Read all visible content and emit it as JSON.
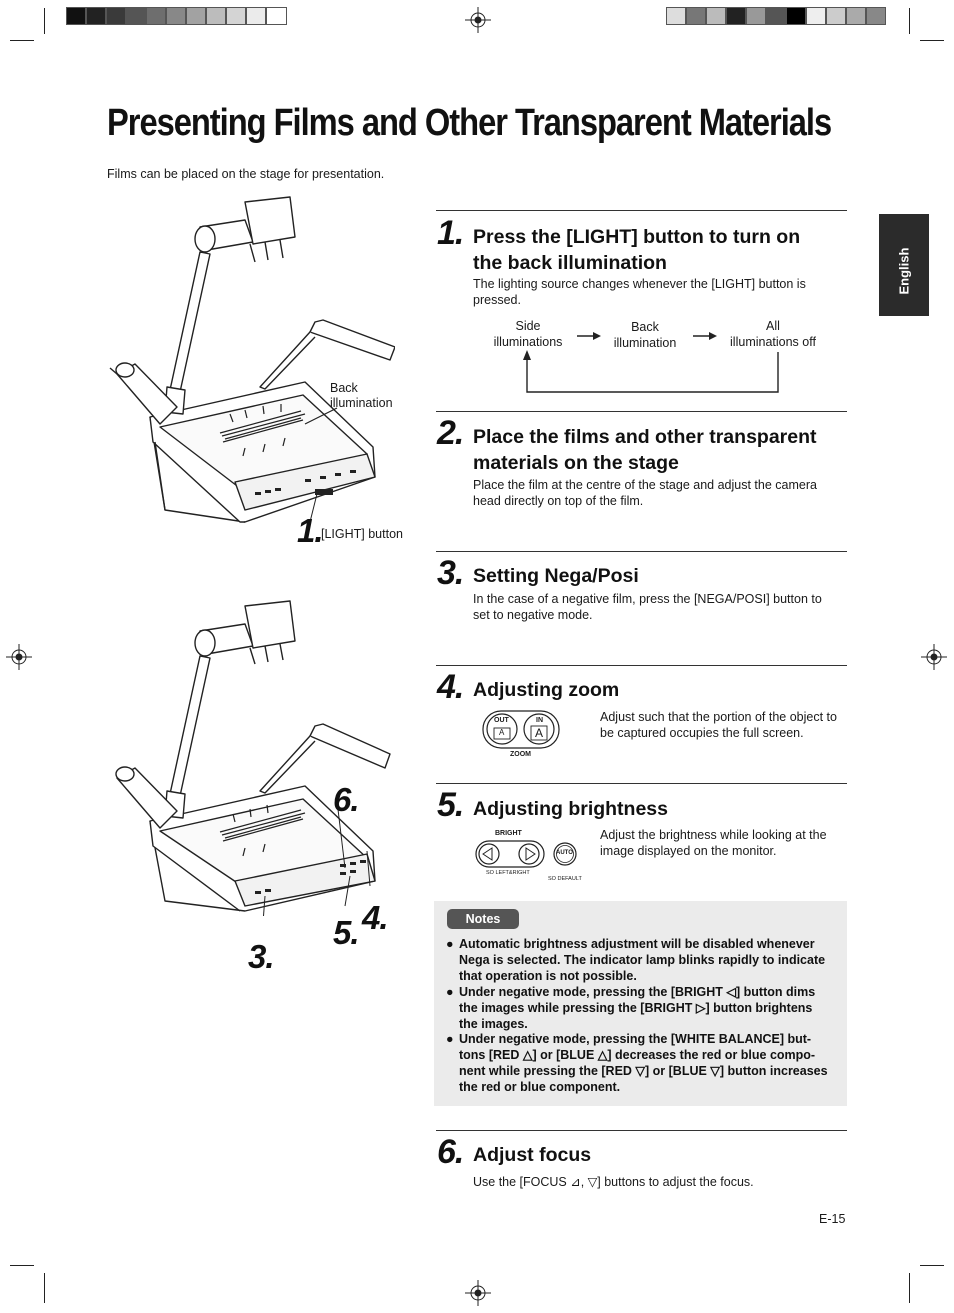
{
  "page": {
    "title": "Presenting Films and Other Transparent Materials",
    "intro": "Films can be placed on the stage for presentation.",
    "language_tab": "English",
    "page_number": "E-15"
  },
  "illustration": {
    "back_illumination_label_1": "Back",
    "back_illumination_label_2": "illumination",
    "light_button_number": "1.",
    "light_button_label": "[LIGHT] button",
    "callouts": [
      "6.",
      "4.",
      "5.",
      "3."
    ]
  },
  "steps": [
    {
      "number": "1.",
      "heading_line1": "Press the [LIGHT] button to turn on",
      "heading_line2": "the back illumination",
      "body_line1": "The lighting source changes whenever the [LIGHT] button is",
      "body_line2": "pressed."
    },
    {
      "number": "2.",
      "heading_line1": "Place the films and other transparent",
      "heading_line2": "materials on the stage",
      "body_line1": "Place the film at the centre of the stage and adjust the camera",
      "body_line2": "head directly on top of the film."
    },
    {
      "number": "3.",
      "heading_line1": "Setting Nega/Posi",
      "body_line1": "In the case of a negative film, press the [NEGA/POSI] button to",
      "body_line2": "set to negative mode."
    },
    {
      "number": "4.",
      "heading_line1": "Adjusting zoom",
      "body_line1": "Adjust such that the portion of the object to",
      "body_line2": "be captured occupies the full screen."
    },
    {
      "number": "5.",
      "heading_line1": "Adjusting brightness",
      "body_line1": "Adjust the brightness while looking at the",
      "body_line2": "image displayed on the monitor."
    },
    {
      "number": "6.",
      "heading_line1": "Adjust focus",
      "body_line1": "Use the [FOCUS ⊿, ▽] buttons to adjust the focus."
    }
  ],
  "flow": {
    "side_1": "Side",
    "side_2": "illuminations",
    "back_1": "Back",
    "back_2": "illumination",
    "off_1": "All",
    "off_2": "illuminations off"
  },
  "zoom_panel": {
    "out_label": "OUT",
    "out_key": "A",
    "in_label": "IN",
    "in_key": "A",
    "caption": "ZOOM"
  },
  "bright_panel": {
    "label": "BRIGHT",
    "auto_label": "AUTO",
    "caption_left": "SO LEFT&RIGHT",
    "caption_right": "SO DEFAULT"
  },
  "notes": {
    "badge": "Notes",
    "items": [
      [
        "Automatic brightness adjustment will be disabled whenever",
        "Nega is selected. The indicator lamp blinks rapidly to indicate",
        "that operation is not possible."
      ],
      [
        "Under negative mode, pressing the [BRIGHT ◁] button dims",
        "the images while pressing the [BRIGHT ▷] button brightens",
        "the images."
      ],
      [
        "Under negative mode, pressing the [WHITE BALANCE] but-",
        "tons [RED △] or [BLUE △] decreases the red or blue compo-",
        "nent while pressing the [RED ▽] or [BLUE ▽] button increases",
        "the red or blue component."
      ]
    ]
  },
  "colors": {
    "text": "#1a1a1a",
    "tab_bg": "#2b2b2b",
    "notes_bg": "#ebebeb",
    "badge_bg": "#555555"
  }
}
